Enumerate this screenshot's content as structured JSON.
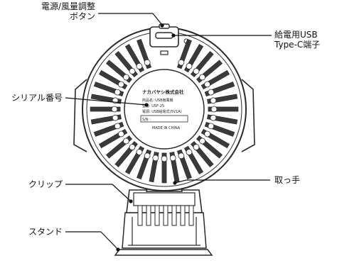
{
  "callouts": {
    "power_button": {
      "line1": "電源/風量調整",
      "line2": "ボタン"
    },
    "usb_port": {
      "line1": "給電用USB",
      "line2": "Type-C端子"
    },
    "serial": "シリアル番号",
    "clip": "クリップ",
    "stand": "スタンド",
    "handle": "取っ手"
  },
  "sticker": {
    "brand": "ナカバヤシ株式会社",
    "product_name": "商品名: USB扇風機",
    "model": "型番: USF-25",
    "power": "電源: USB給電式(5V1A)",
    "serial_prefix": "S/N :",
    "origin": "MADE IN CHINA"
  },
  "colors": {
    "outline": "#2a2a2a",
    "fill_dark": "#3a3a3a",
    "fill_light": "#ffffff"
  }
}
